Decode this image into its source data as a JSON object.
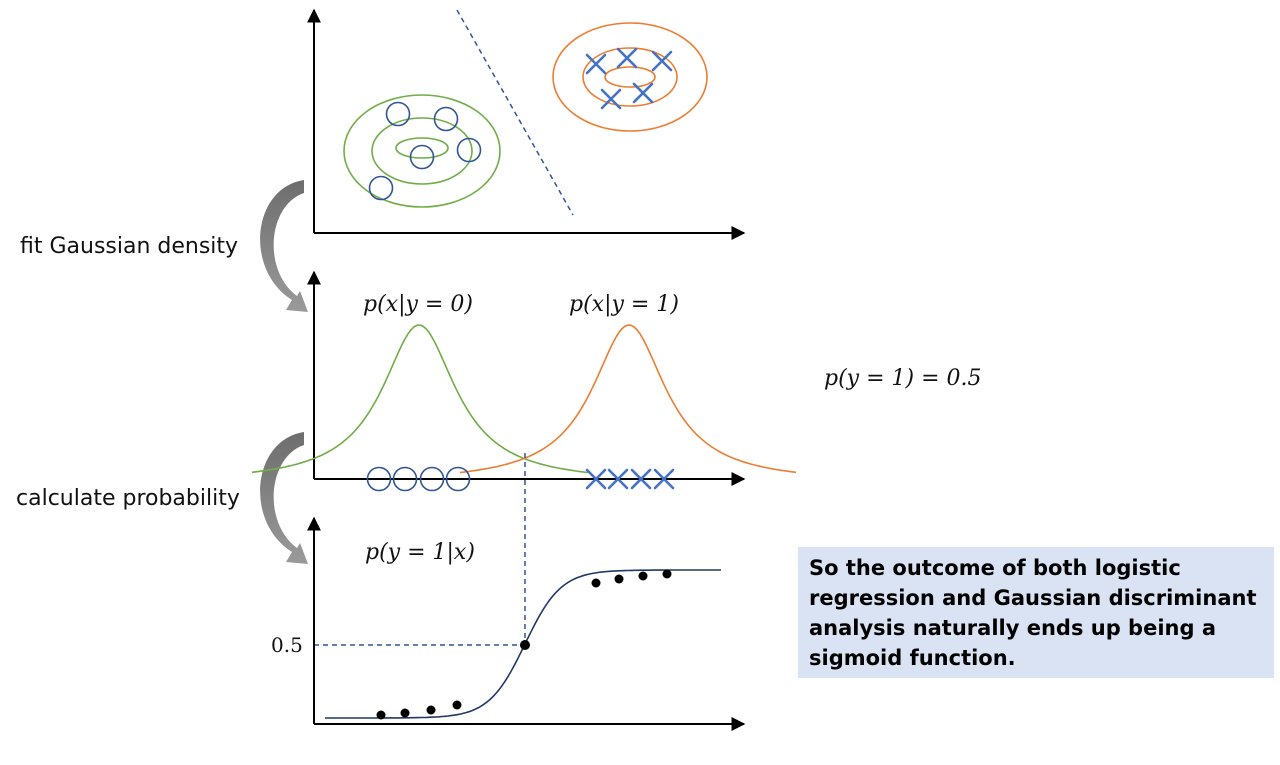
{
  "labels": {
    "fit_step": "fit Gaussian density",
    "calc_step": "calculate probability",
    "class0_density": "p(x|y = 0)",
    "class1_density": "p(x|y = 1)",
    "prior": "p(y = 1) = 0.5",
    "posterior": "p(y = 1|x)",
    "half_tick": "0.5"
  },
  "summary": "So the outcome of both logistic regression and Gaussian discriminant analysis naturally ends up being a sigmoid function.",
  "colors": {
    "class0": "#70ad47",
    "class1": "#ed7d31",
    "markers": "#2f5597",
    "cross": "#4472c4",
    "highlight": "#dae3f3",
    "arrow": "#7f7f7f"
  }
}
